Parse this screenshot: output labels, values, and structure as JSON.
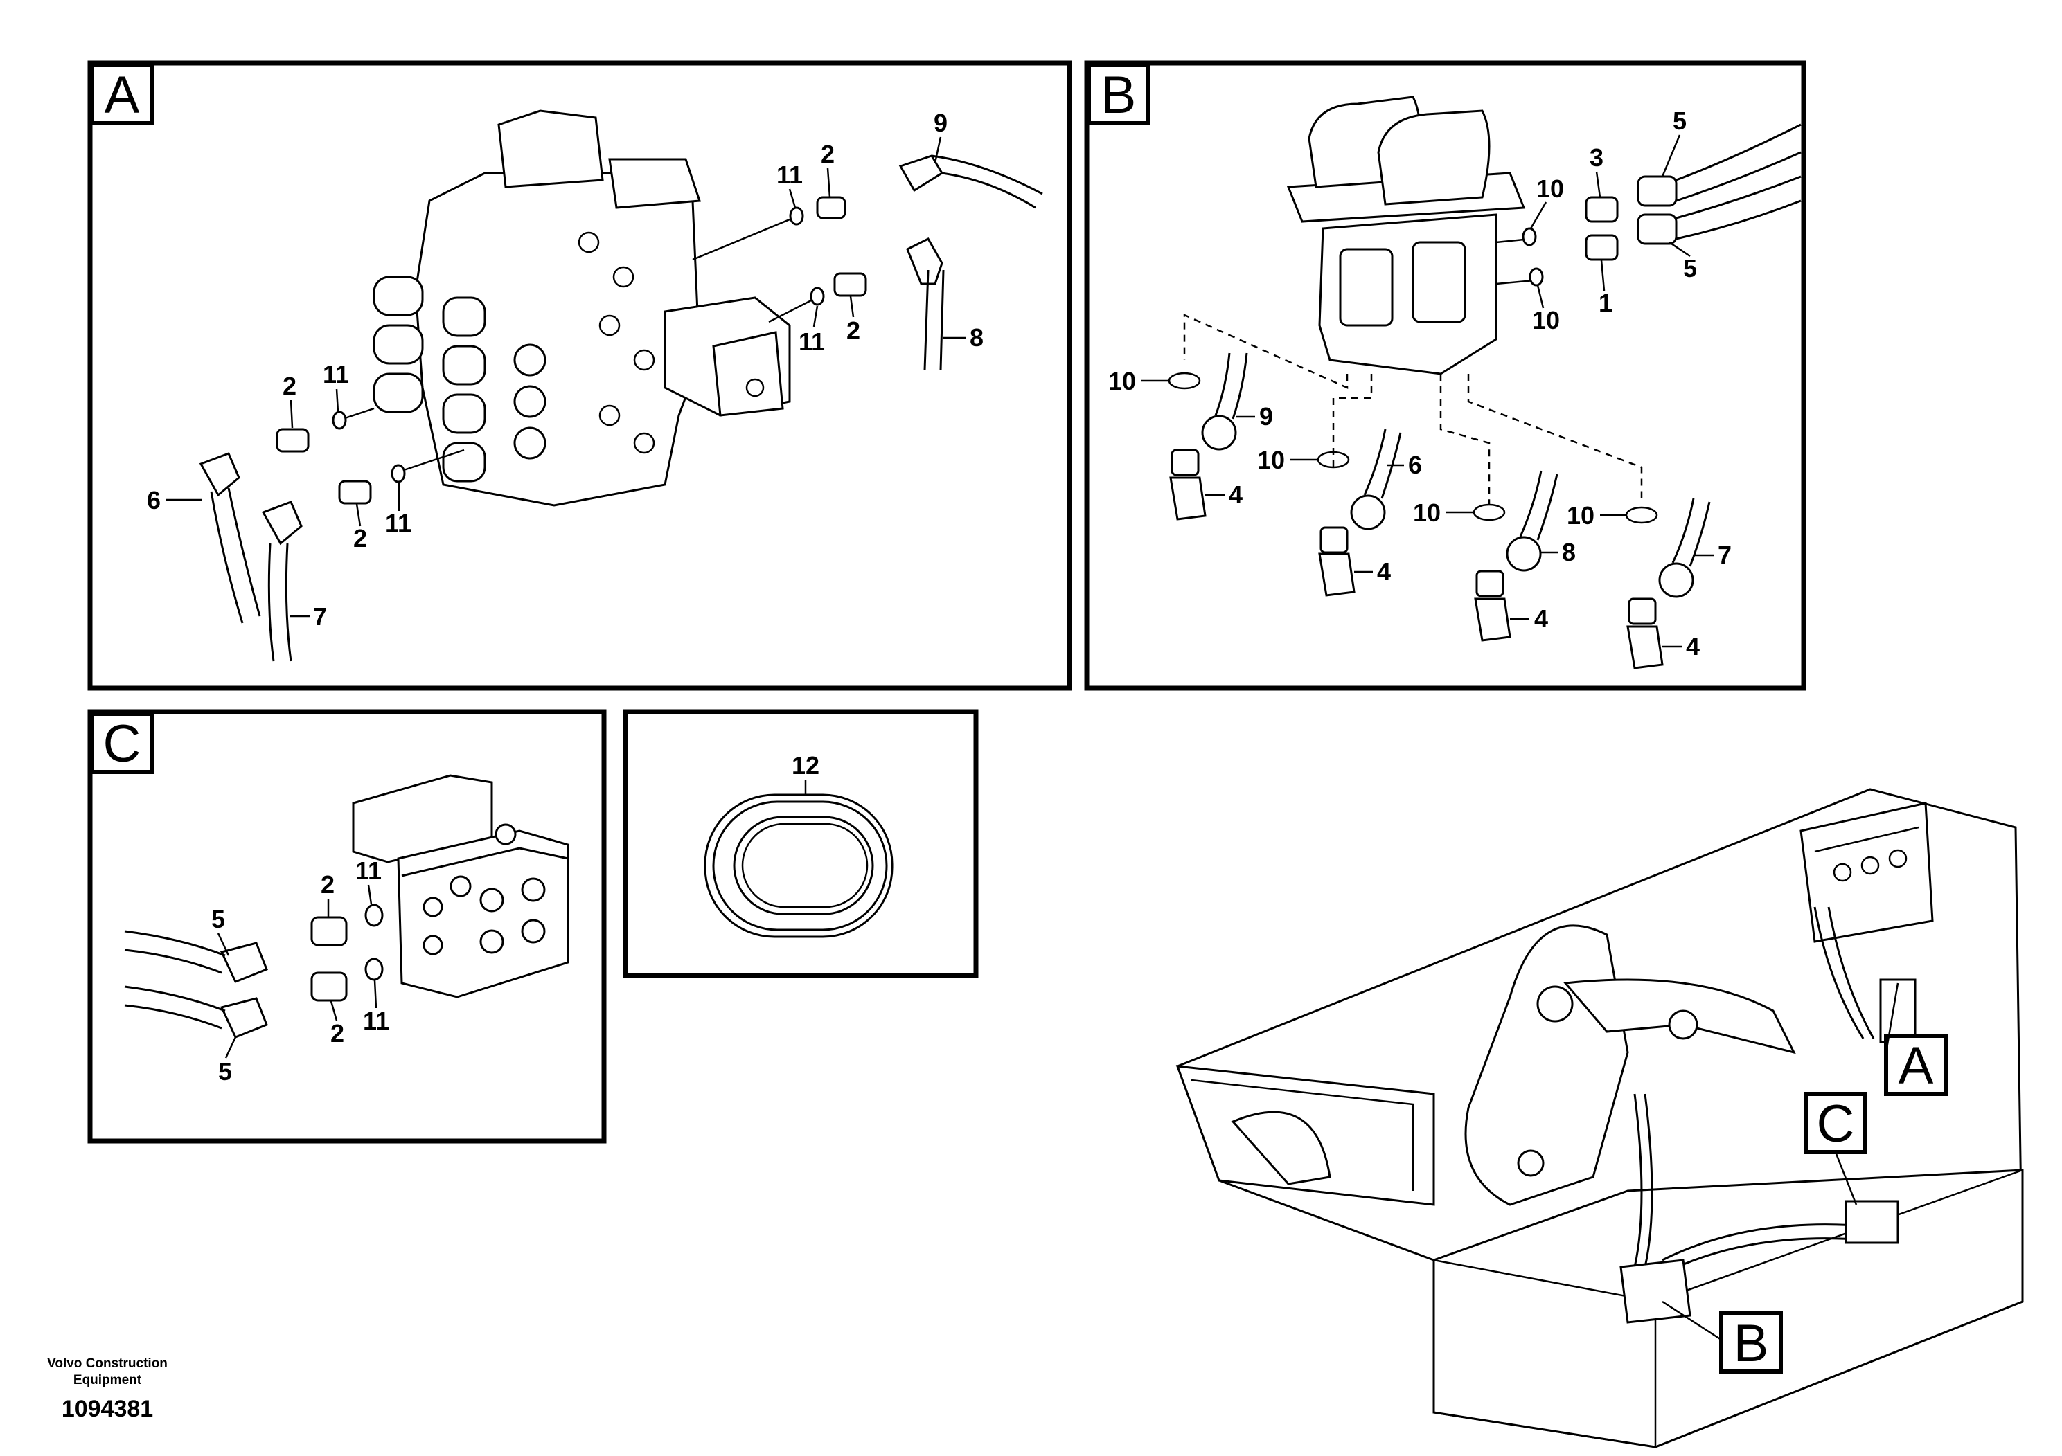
{
  "panels": {
    "A": {
      "tag": "A",
      "callouts": [
        "9",
        "11",
        "2",
        "8",
        "11",
        "2",
        "2",
        "11",
        "6",
        "2",
        "11",
        "7"
      ]
    },
    "B": {
      "tag": "B",
      "callouts": [
        "5",
        "3",
        "10",
        "5",
        "10",
        "1",
        "10",
        "9",
        "4",
        "10",
        "6",
        "4",
        "10",
        "8",
        "4",
        "10",
        "7",
        "4"
      ]
    },
    "C": {
      "tag": "C",
      "callouts": [
        "11",
        "2",
        "5",
        "2",
        "11",
        "5"
      ]
    },
    "D": {
      "callouts": [
        "12"
      ]
    }
  },
  "overview": {
    "tags": [
      "A",
      "C",
      "B"
    ]
  },
  "footer": {
    "company_line1": "Volvo Construction",
    "company_line2": "Equipment",
    "document_number": "1094381"
  }
}
